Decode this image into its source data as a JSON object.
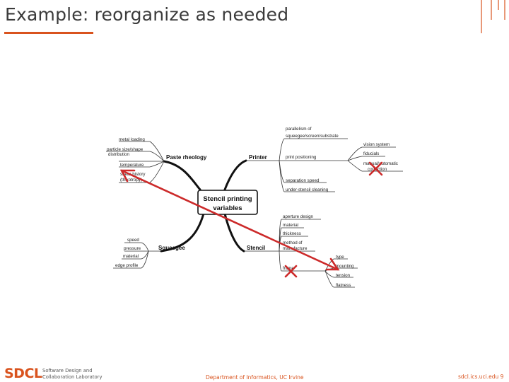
{
  "slide": {
    "title": "Example: reorganize as needed",
    "accent_color": "#d9531e"
  },
  "mindmap": {
    "center": {
      "line1": "Stencil printing",
      "line2": "variables"
    },
    "branches": {
      "paste": "Paste rheology",
      "printer": "Printer",
      "squeegee": "Squeegee",
      "stencil": "Stencil"
    },
    "paste_items": [
      "metal loading",
      "particle size/shape",
      "distribution",
      "temperature",
      "shear history",
      "(thixotropy)"
    ],
    "printer_items": [
      "parallelism of",
      "squeegee/screen/substrate",
      "print positioning",
      "separation speed",
      "under-stencil cleaning"
    ],
    "print_positioning_items": [
      "vision system",
      "fiducials",
      "manual/automatic",
      "correction"
    ],
    "squeegee_items": [
      "speed",
      "pressure",
      "material",
      "edge profile"
    ],
    "stencil_items": [
      "aperture design",
      "material",
      "thickness",
      "method of",
      "manufacture",
      "frame"
    ],
    "frame_items": [
      "type",
      "mounting",
      "tension",
      "flatness"
    ],
    "annotation_color": "#cc2a2a"
  },
  "footer": {
    "logo": "SDCL",
    "lab_line1": "Software Design and",
    "lab_line2": "Collaboration Laboratory",
    "department": "Department of Informatics, UC Irvine",
    "url": "sdcl.ics.uci.edu 9"
  }
}
